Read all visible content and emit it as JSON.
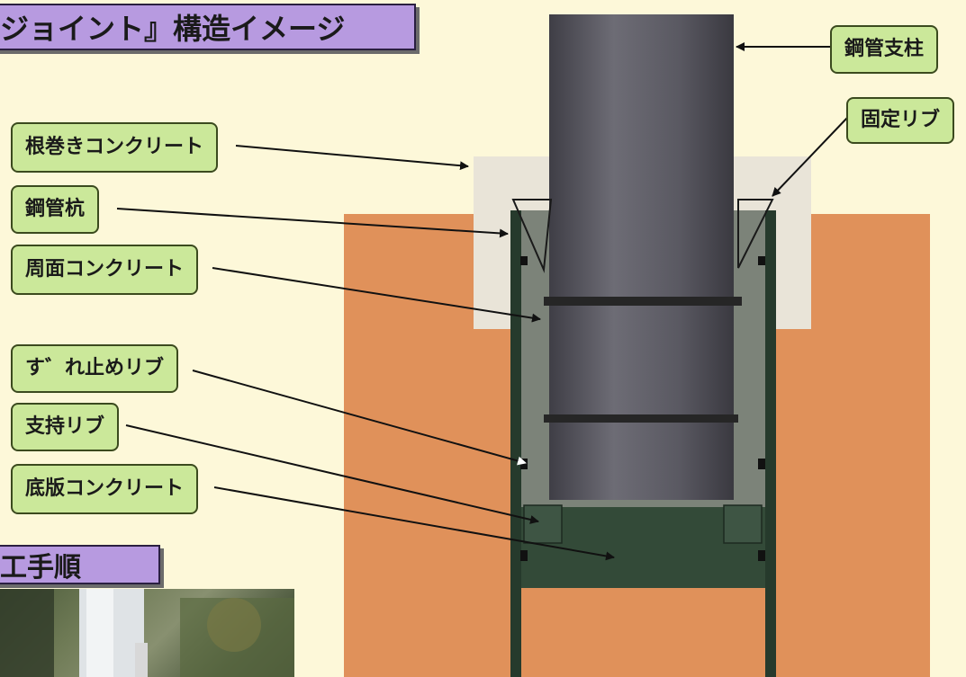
{
  "banners": {
    "structure_title": "ジョイント』構造イメージ",
    "procedure_title": "工手順"
  },
  "labels": {
    "steel_pipe_column": "鋼管支柱",
    "fixing_rib": "固定リブ",
    "root_concrete": "根巻きコンクリート",
    "steel_pipe_pile": "鋼管杭",
    "peripheral_concrete": "周面コンクリート",
    "slip_stop_rib": "す゛れ止めリブ",
    "support_rib": "支持リブ",
    "bottom_slab_concrete": "底版コンクリート"
  },
  "colors": {
    "background": "#fdf8d9",
    "ground": "#e0915a",
    "root_concrete": "#e9e4d8",
    "column": "#5f5e66",
    "pile": "#263a2c",
    "slab": "#334a38",
    "label_fill": "#cbe89a",
    "banner_fill": "#b79ae0"
  }
}
